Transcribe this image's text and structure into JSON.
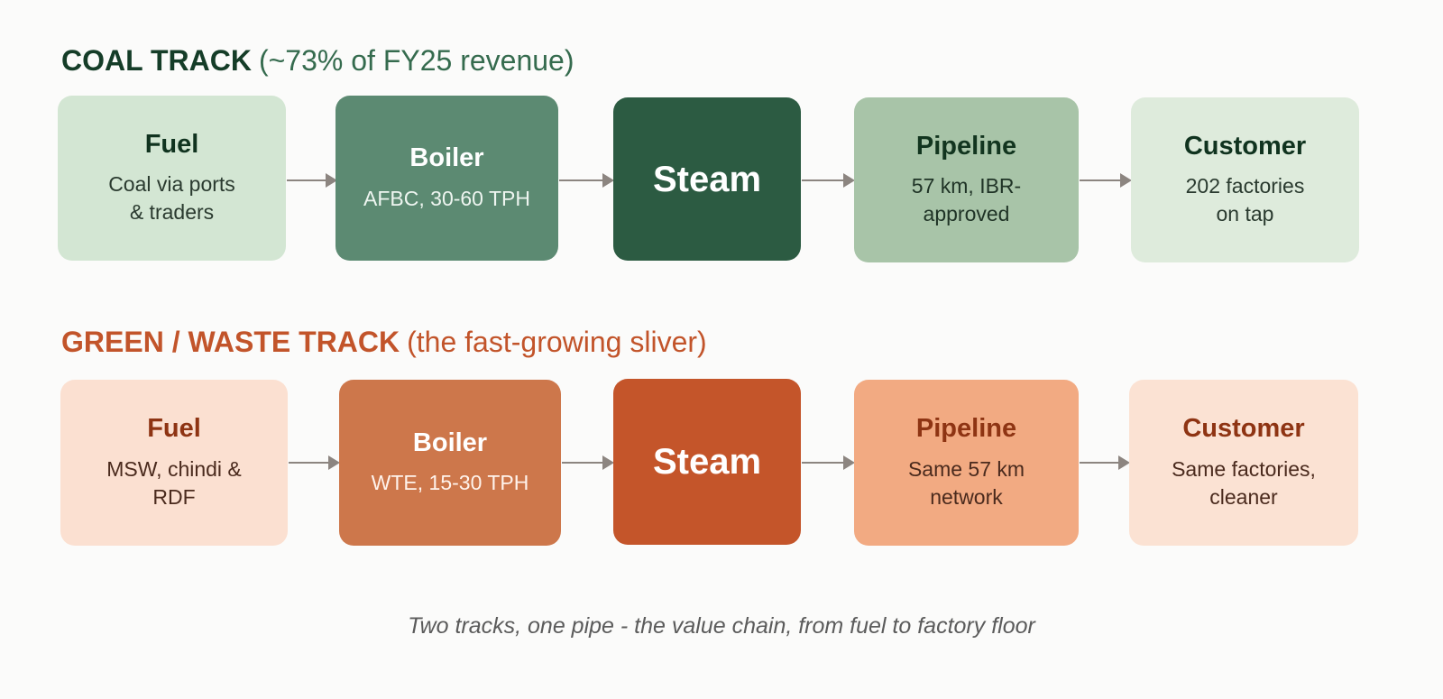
{
  "coal": {
    "heading": "COAL TRACK",
    "subheading": "(~73% of FY25 revenue)",
    "heading_color": "#153d28",
    "subheading_color": "#356b4e",
    "steps": [
      {
        "title": "Fuel",
        "desc": "Coal via ports\n& traders",
        "bg": "#d3e6d3",
        "fg": "#10331f",
        "desc_fg": "#2a3a2f"
      },
      {
        "title": "Boiler",
        "desc": "AFBC, 30-60 TPH",
        "bg": "#5c8a72",
        "fg": "#ffffff",
        "desc_fg": "#eef5f0"
      },
      {
        "title": "Steam",
        "desc": "",
        "bg": "#2c5b42",
        "fg": "#ffffff",
        "desc_fg": "#ffffff"
      },
      {
        "title": "Pipeline",
        "desc": "57 km, IBR-\napproved",
        "bg": "#a8c4a8",
        "fg": "#12351f",
        "desc_fg": "#1f3326"
      },
      {
        "title": "Customer",
        "desc": "202 factories\non tap",
        "bg": "#deebdc",
        "fg": "#10331f",
        "desc_fg": "#2a3a2f"
      }
    ]
  },
  "green": {
    "heading": "GREEN / WASTE TRACK",
    "subheading": "(the fast-growing sliver)",
    "heading_color": "#c2542a",
    "subheading_color": "#c2542a",
    "steps": [
      {
        "title": "Fuel",
        "desc": "MSW, chindi &\nRDF",
        "bg": "#fbe0d1",
        "fg": "#8e3413",
        "desc_fg": "#4a2a1d"
      },
      {
        "title": "Boiler",
        "desc": "WTE, 15-30 TPH",
        "bg": "#cd774b",
        "fg": "#ffffff",
        "desc_fg": "#fff3ec"
      },
      {
        "title": "Steam",
        "desc": "",
        "bg": "#c4552a",
        "fg": "#ffffff",
        "desc_fg": "#ffffff"
      },
      {
        "title": "Pipeline",
        "desc": "Same 57 km\nnetwork",
        "bg": "#f2aa82",
        "fg": "#8e3413",
        "desc_fg": "#4a2a1d"
      },
      {
        "title": "Customer",
        "desc": "Same factories,\ncleaner",
        "bg": "#fbe2d3",
        "fg": "#8e3413",
        "desc_fg": "#4a2a1d"
      }
    ]
  },
  "caption": "Two tracks, one pipe - the value chain, from fuel to factory floor"
}
